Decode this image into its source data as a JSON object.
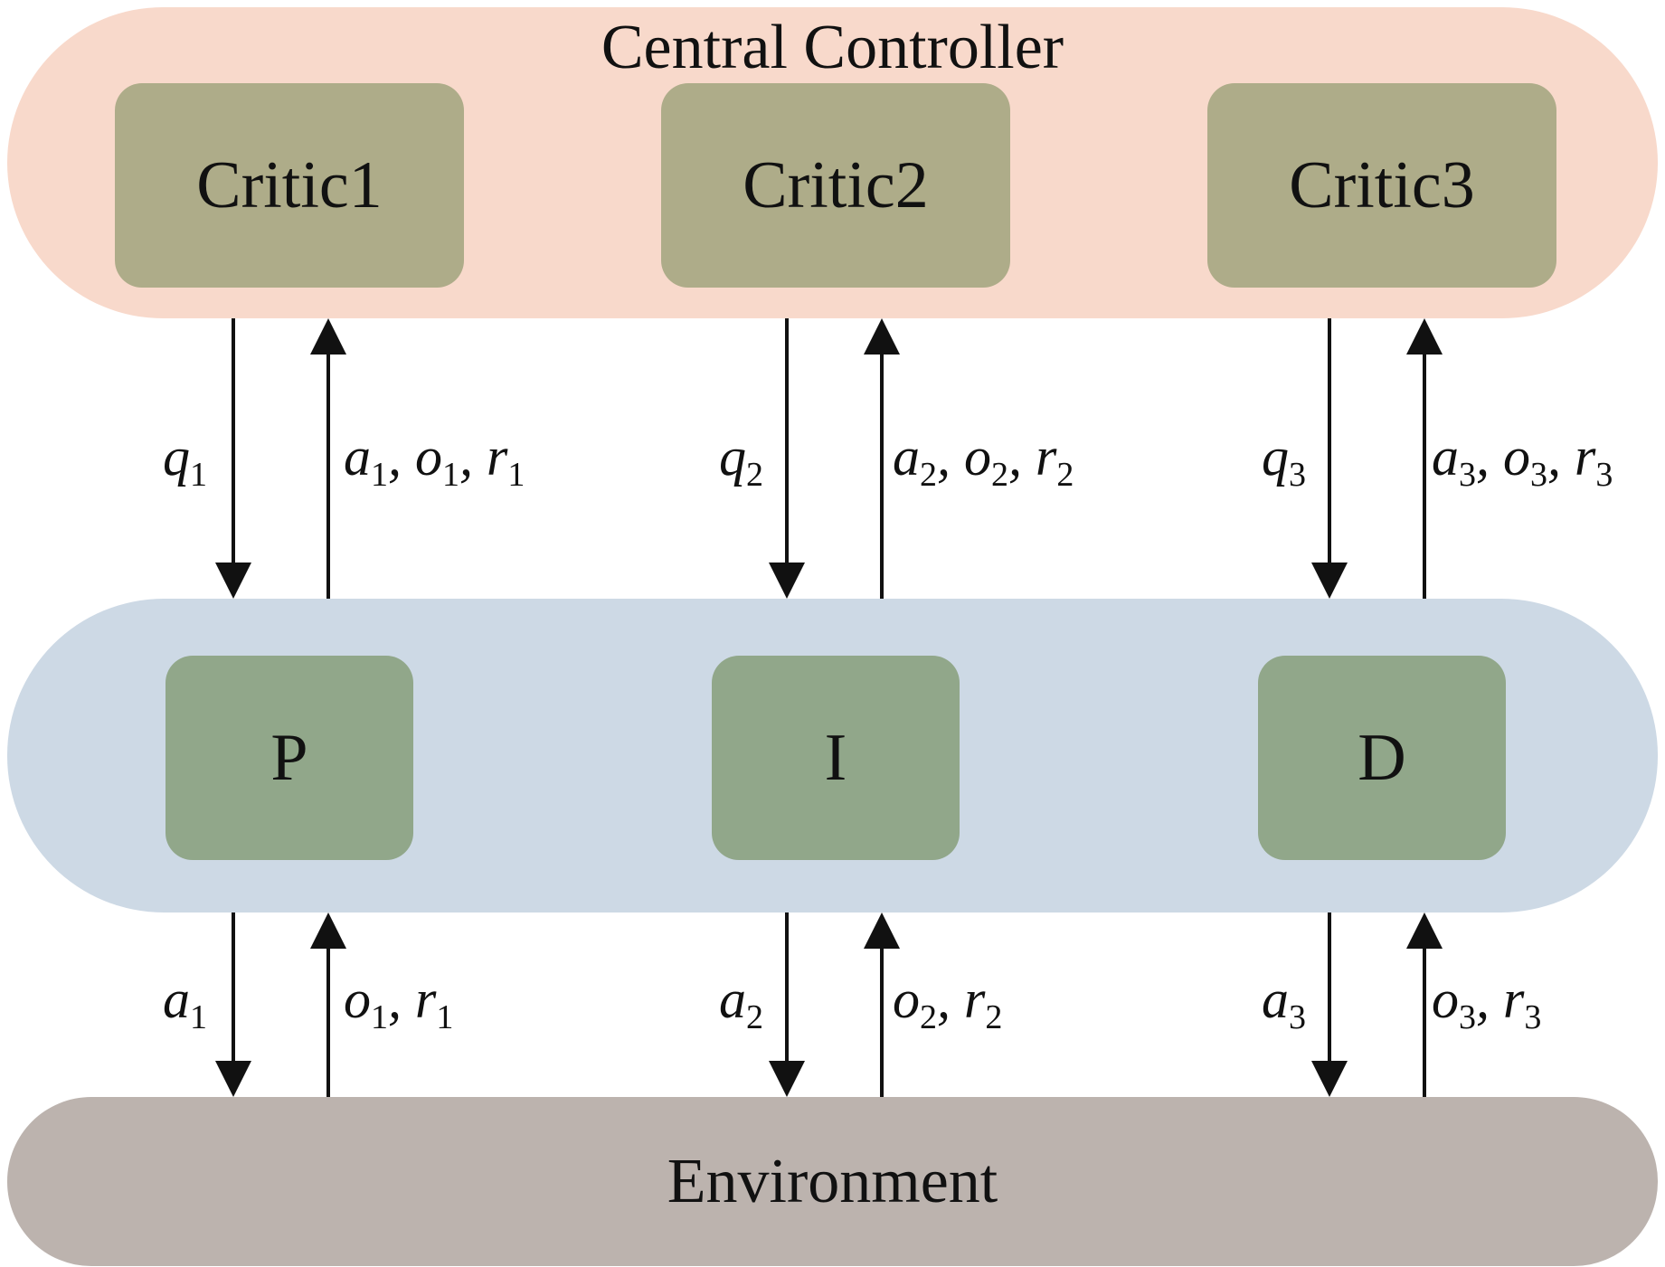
{
  "colors": {
    "controller_fill": "#f8d9cb",
    "critic_fill": "#aeac89",
    "agents_fill": "#cdd9e5",
    "agent_fill": "#91a78a",
    "environment_fill": "#bcb3ae",
    "arrow": "#111111"
  },
  "controller": {
    "title": "Central Controller",
    "critics": [
      "Critic1",
      "Critic2",
      "Critic3"
    ]
  },
  "agents": {
    "items": [
      "P",
      "I",
      "D"
    ]
  },
  "environment": {
    "label": "Environment"
  },
  "links_upper": [
    {
      "down": {
        "v": "q",
        "s": "1"
      },
      "up": [
        {
          "v": "a",
          "s": "1"
        },
        {
          "v": "o",
          "s": "1"
        },
        {
          "v": "r",
          "s": "1"
        }
      ]
    },
    {
      "down": {
        "v": "q",
        "s": "2"
      },
      "up": [
        {
          "v": "a",
          "s": "2"
        },
        {
          "v": "o",
          "s": "2"
        },
        {
          "v": "r",
          "s": "2"
        }
      ]
    },
    {
      "down": {
        "v": "q",
        "s": "3"
      },
      "up": [
        {
          "v": "a",
          "s": "3"
        },
        {
          "v": "o",
          "s": "3"
        },
        {
          "v": "r",
          "s": "3"
        }
      ]
    }
  ],
  "links_lower": [
    {
      "down": {
        "v": "a",
        "s": "1"
      },
      "up": [
        {
          "v": "o",
          "s": "1"
        },
        {
          "v": "r",
          "s": "1"
        }
      ]
    },
    {
      "down": {
        "v": "a",
        "s": "2"
      },
      "up": [
        {
          "v": "o",
          "s": "2"
        },
        {
          "v": "r",
          "s": "2"
        }
      ]
    },
    {
      "down": {
        "v": "a",
        "s": "3"
      },
      "up": [
        {
          "v": "o",
          "s": "3"
        },
        {
          "v": "r",
          "s": "3"
        }
      ]
    }
  ]
}
